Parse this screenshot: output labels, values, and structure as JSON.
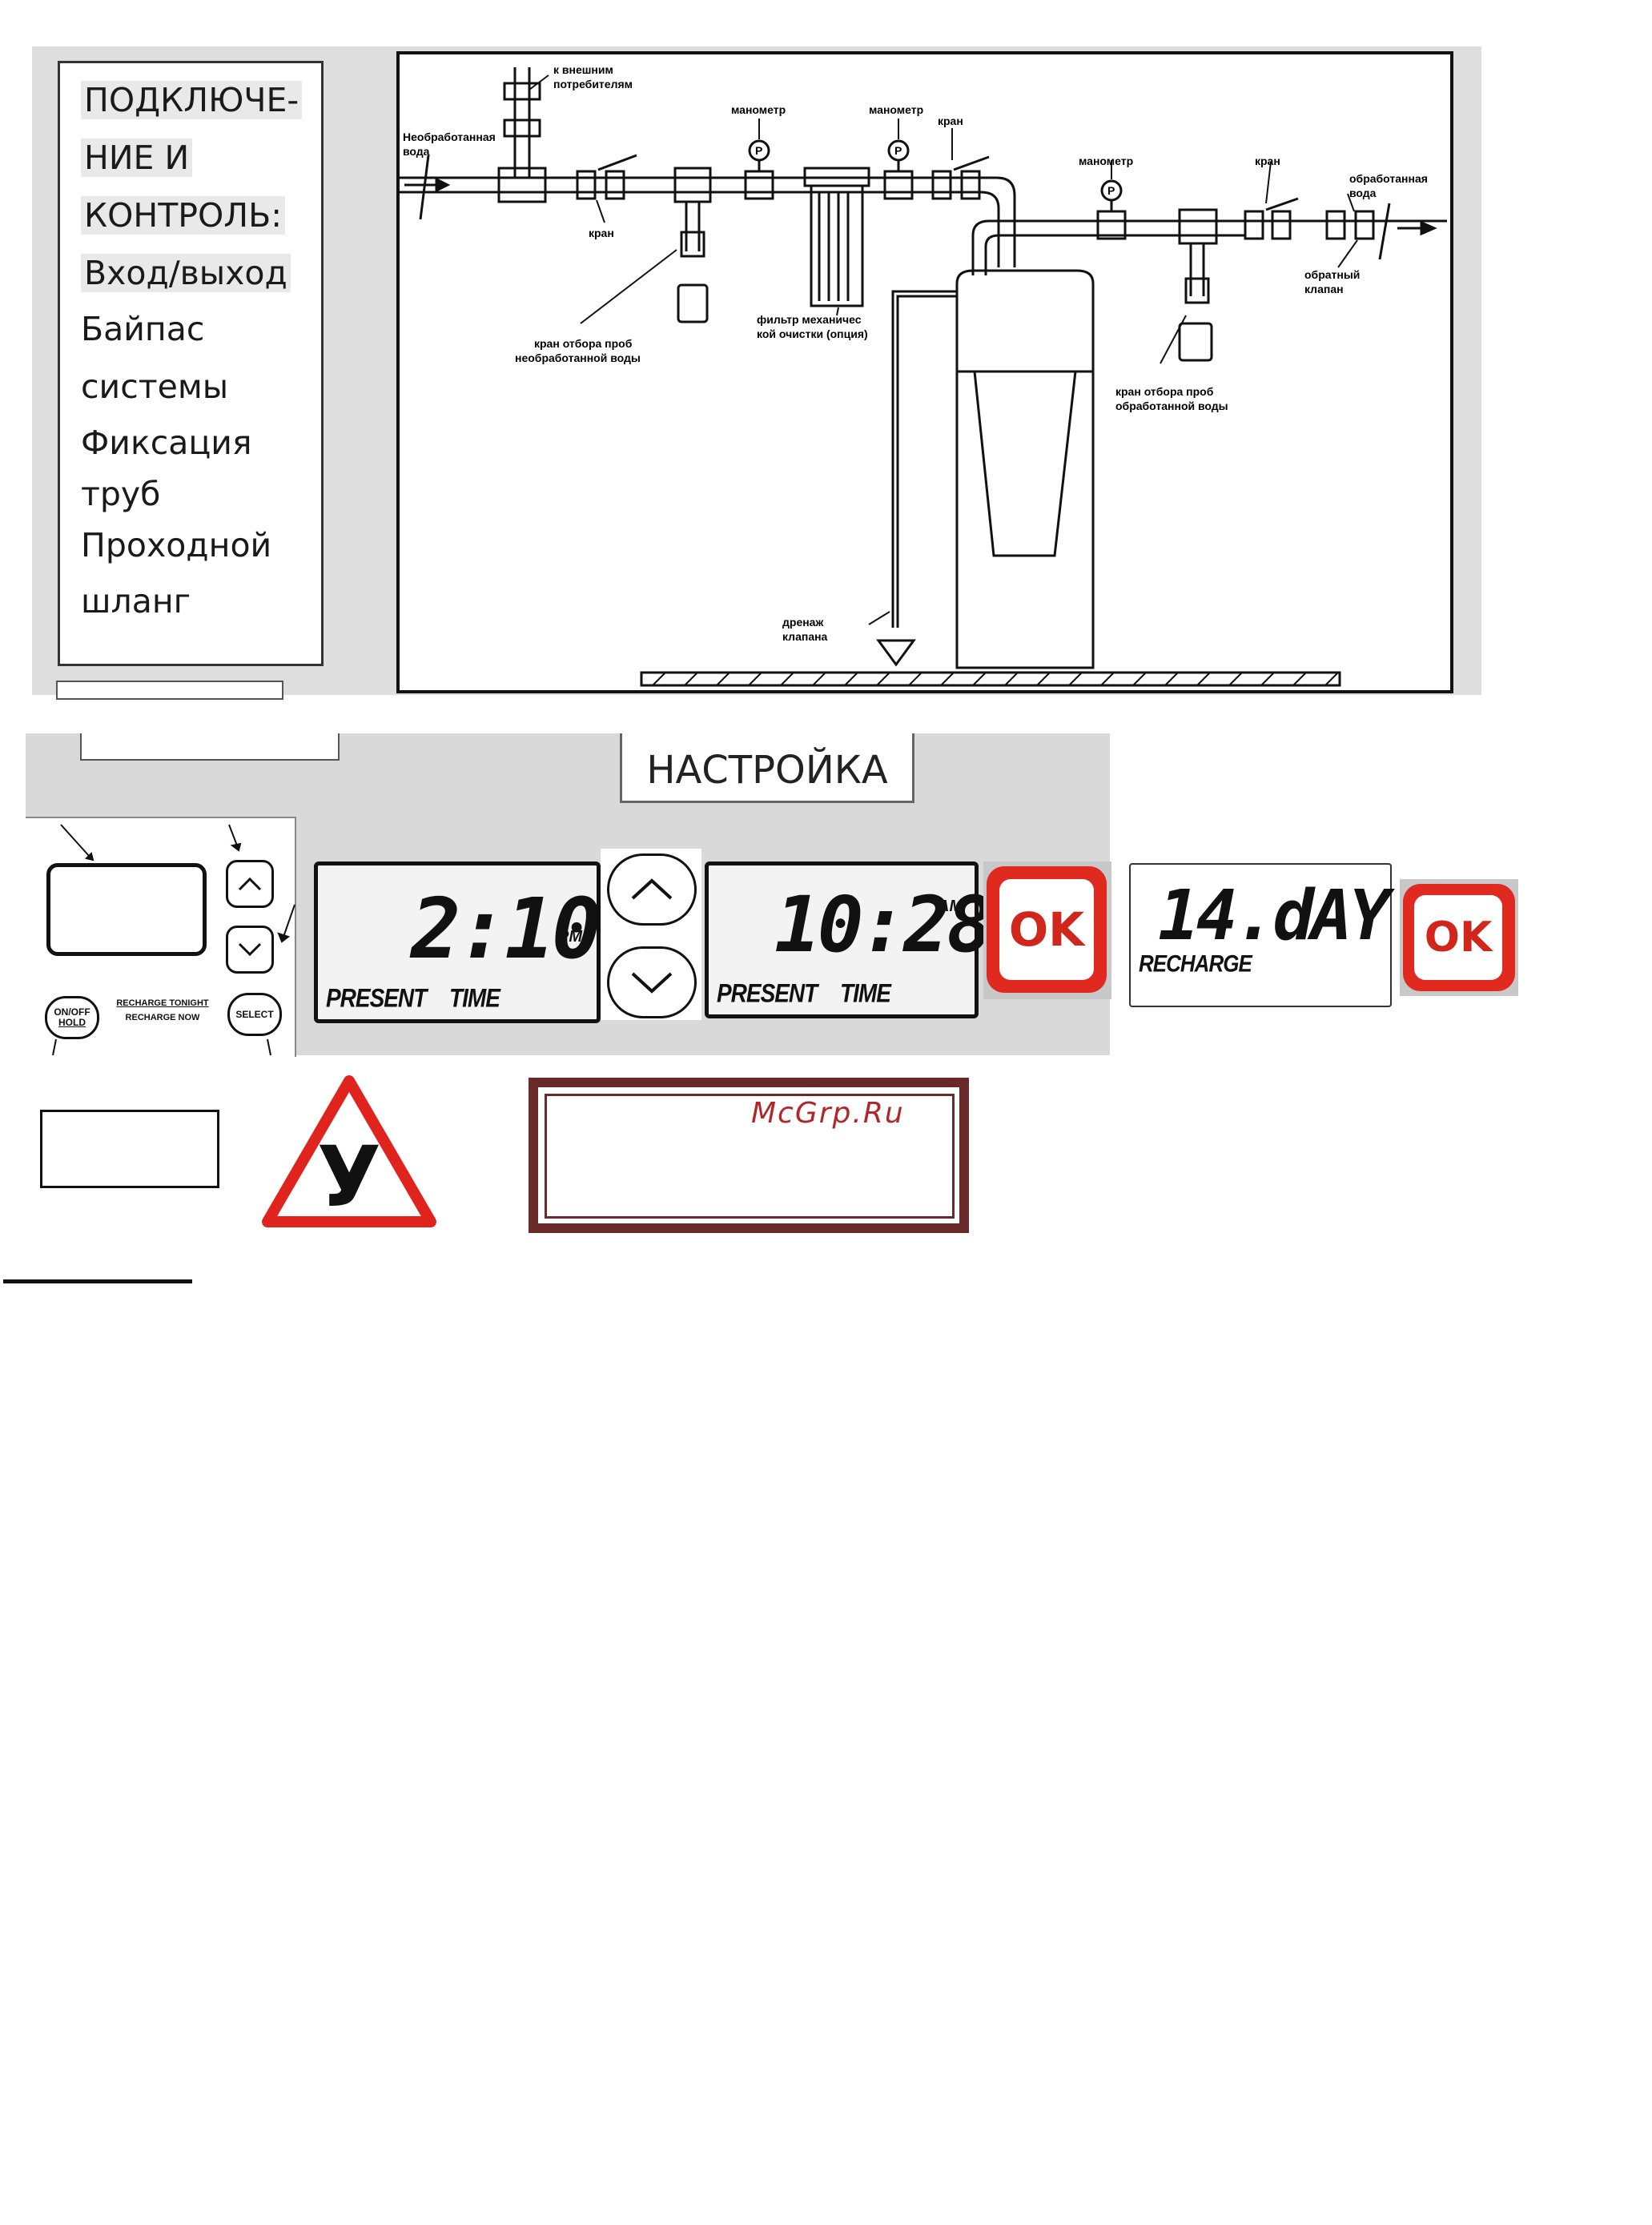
{
  "left_panel": {
    "lines": [
      "ПОДКЛЮЧЕ-",
      "НИЕ И",
      "КОНТРОЛЬ:",
      "Вход/выход",
      "Байпас",
      "системы",
      "Фиксация",
      "труб",
      "Проходной",
      "шланг"
    ]
  },
  "diagram": {
    "labels": {
      "external_consumers": [
        "к внешним",
        "потребителям"
      ],
      "raw_water": [
        "Необработанная",
        "вода"
      ],
      "valve_1": "кран",
      "gauge_1": "манометр",
      "gauge_2": "манометр",
      "valve_2": "кран",
      "gauge_3": "манометр",
      "valve_3": "кран",
      "treated_water": [
        "обработанная",
        "вода"
      ],
      "check_valve": [
        "обратный",
        "клапан"
      ],
      "raw_sample_tap": [
        "кран отбора проб",
        "необработанной воды"
      ],
      "mech_filter": [
        "фильтр механичес",
        "кой очистки (опция)"
      ],
      "treated_sample_tap": [
        "кран отбора проб",
        "обработанной воды"
      ],
      "drain": [
        "дренаж",
        "клапана"
      ],
      "gauge_symbol": "P"
    }
  },
  "setup": {
    "title": "НАСТРОЙКА",
    "panel": {
      "onoff_label": [
        "ON/OFF",
        "HOLD"
      ],
      "recharge_tonight": "RECHARGE TONIGHT",
      "recharge_now": "RECHARGE NOW",
      "select_label": "SELECT"
    },
    "lcd1": {
      "time": "2:10",
      "ampm": "PM",
      "caption": "PRESENT TIME"
    },
    "lcd2": {
      "time": "10:28",
      "ampm": "AM",
      "caption": "PRESENT TIME"
    },
    "ok_label": "OK",
    "lcd3": {
      "value": "14.dAY",
      "caption": "RECHARGE"
    },
    "ok2_label": "OK"
  },
  "triangle": {
    "letter": "У",
    "color": "#e0231c"
  },
  "watermark": "McGrp.Ru",
  "colors": {
    "ok_red": "#e0291f",
    "frame_brown": "#6b2a2a",
    "watermark": "#b0262b"
  }
}
